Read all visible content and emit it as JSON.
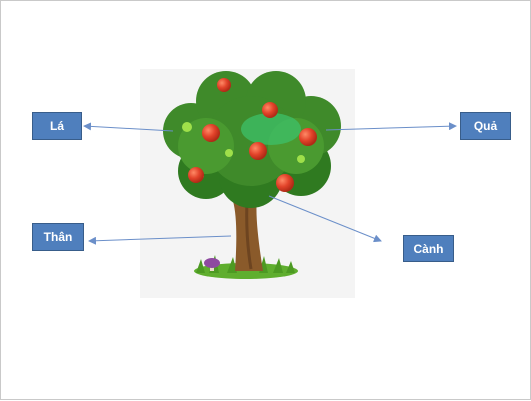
{
  "labels": {
    "la": "Lá",
    "qua": "Quả",
    "than": "Thân",
    "canh": "Cành"
  },
  "colors": {
    "box_fill": "#4f7fbd",
    "arrow": "#6b8fc9",
    "foliage": "#3f8a2a",
    "apple": "#e2432a",
    "trunk": "#8a5a2a"
  }
}
